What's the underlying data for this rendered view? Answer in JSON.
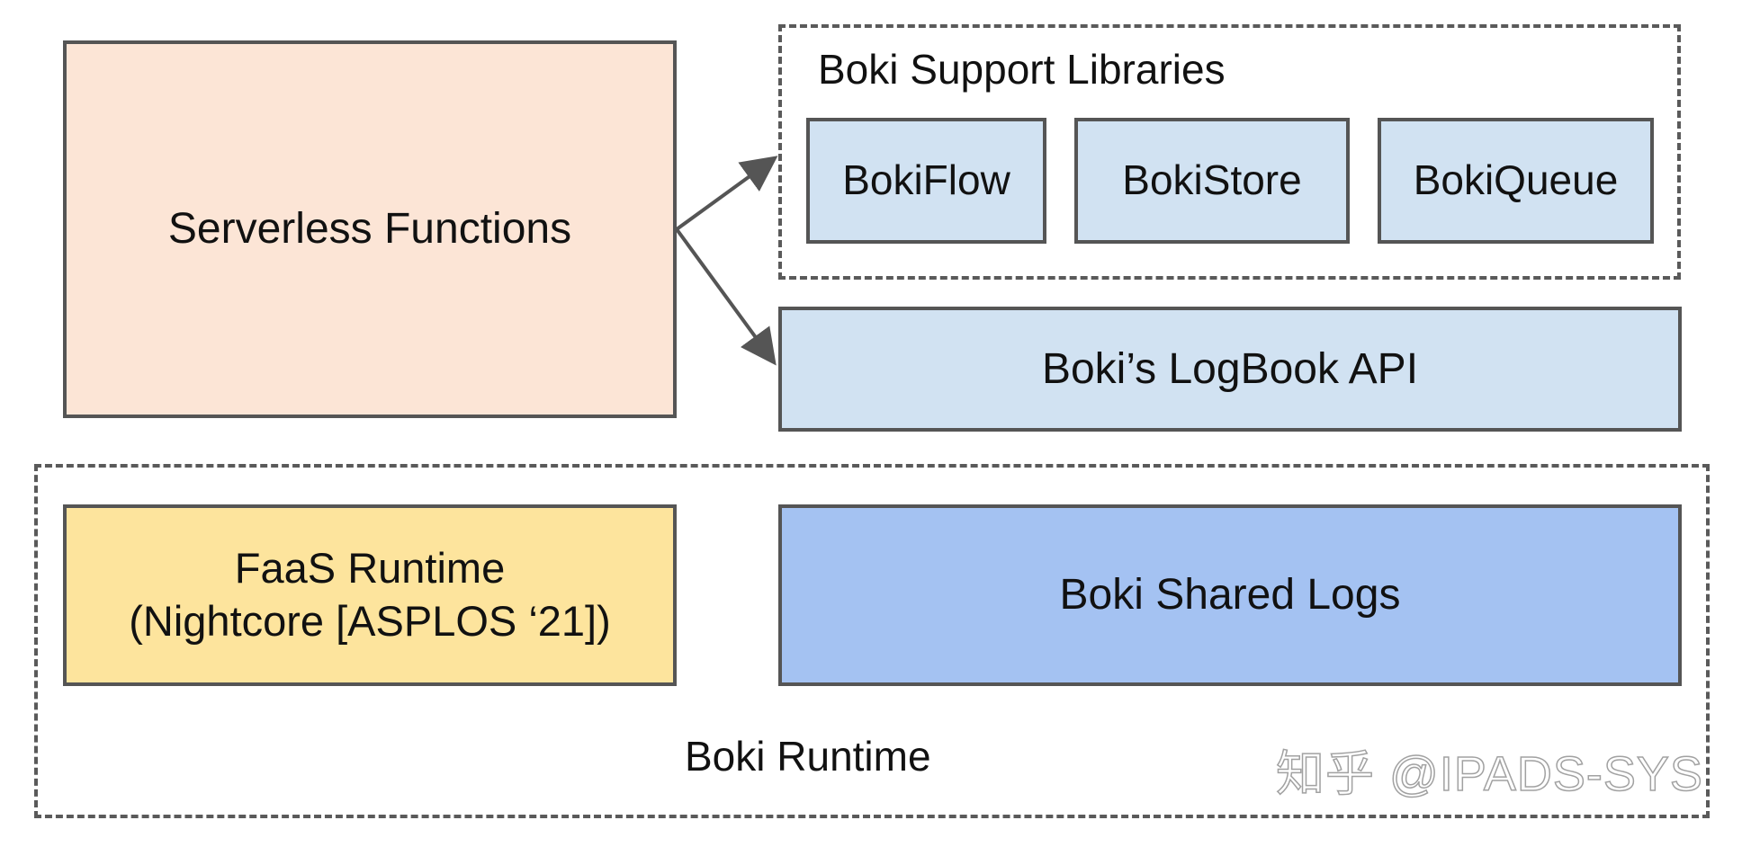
{
  "colors": {
    "serverless_fill": "#fce5d6",
    "library_fill": "#d1e2f2",
    "logbook_fill": "#d1e2f2",
    "faas_fill": "#fde49d",
    "shared_logs_fill": "#a4c2f2",
    "border": "#555555"
  },
  "serverless": {
    "label": "Serverless Functions"
  },
  "support_libraries": {
    "title": "Boki Support Libraries",
    "items": [
      {
        "label": "BokiFlow"
      },
      {
        "label": "BokiStore"
      },
      {
        "label": "BokiQueue"
      }
    ]
  },
  "logbook": {
    "label": "Boki’s LogBook API"
  },
  "runtime": {
    "label": "Boki Runtime",
    "faas": {
      "line1": "FaaS Runtime",
      "line2": "(Nightcore [ASPLOS ‘21])"
    },
    "shared_logs": {
      "label": "Boki Shared Logs"
    }
  },
  "watermark": {
    "text": "知乎 @IPADS-SYS"
  }
}
